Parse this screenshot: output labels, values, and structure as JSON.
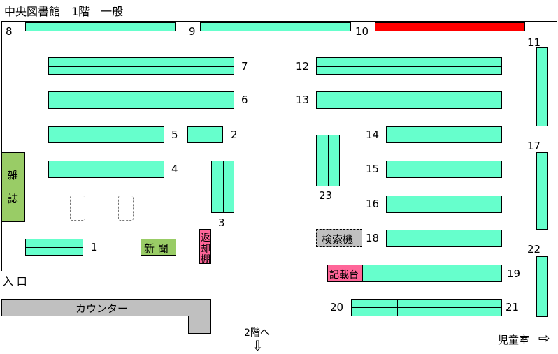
{
  "title": "中央図書館　1階　一般",
  "shelves": {
    "s1": "1",
    "s2": "2",
    "s3": "3",
    "s4": "4",
    "s5": "5",
    "s6": "6",
    "s7": "7",
    "s8": "8",
    "s9": "9",
    "s10": "10",
    "s11": "11",
    "s12": "12",
    "s13": "13",
    "s14": "14",
    "s15": "15",
    "s16": "16",
    "s17": "17",
    "s18": "18",
    "s19": "19",
    "s20": "20",
    "s21": "21",
    "s22": "22",
    "s23": "23"
  },
  "areas": {
    "magazine_1": "雑",
    "magazine_2": "誌",
    "newspaper": "新 聞",
    "return_1": "返",
    "return_2": "却",
    "return_3": "棚",
    "search_terminal": "検索機",
    "writing_desk": "記載台",
    "counter": "カウンター",
    "entrance": "入 口",
    "to_2f": "2階へ",
    "children_room": "児童室"
  },
  "icons": {
    "down_arrow": "⇩",
    "right_arrow": "⇨"
  },
  "colors": {
    "shelf": "#66ffcc",
    "highlight": "#ff0000",
    "magazine": "#99cc66",
    "return": "#ff6699",
    "counter": "#c0c0c0"
  }
}
